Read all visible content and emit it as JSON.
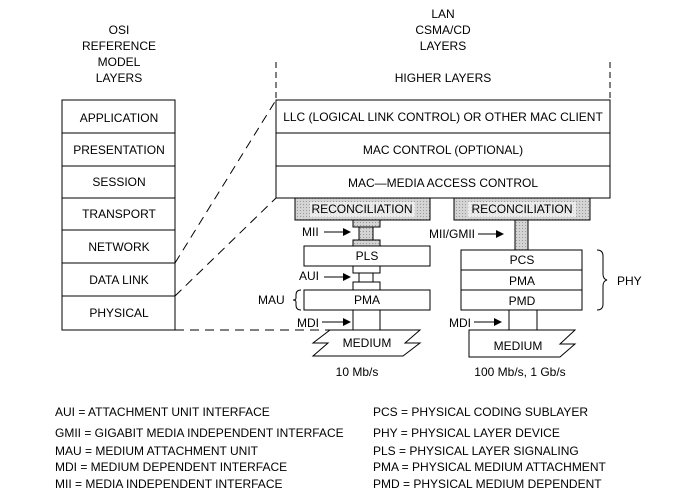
{
  "osi": {
    "header": [
      "OSI",
      "REFERENCE",
      "MODEL",
      "LAYERS"
    ],
    "layers": [
      "APPLICATION",
      "PRESENTATION",
      "SESSION",
      "TRANSPORT",
      "NETWORK",
      "DATA LINK",
      "PHYSICAL"
    ]
  },
  "lan": {
    "header": [
      "LAN",
      "CSMA/CD",
      "LAYERS"
    ],
    "higher": "HIGHER LAYERS",
    "llc": "LLC (LOGICAL LINK CONTROL) OR OTHER MAC CLIENT",
    "mac_control": "MAC CONTROL (OPTIONAL)",
    "mac": "MAC—MEDIA ACCESS CONTROL"
  },
  "left_stack": {
    "reconciliation": "RECONCILIATION",
    "mii": "MII",
    "pls": "PLS",
    "aui": "AUI",
    "mau": "MAU",
    "pma": "PMA",
    "mdi": "MDI",
    "medium": "MEDIUM",
    "speed": "10 Mb/s"
  },
  "right_stack": {
    "reconciliation": "RECONCILIATION",
    "mii_gmii": "MII/GMII",
    "pcs": "PCS",
    "pma": "PMA",
    "pmd": "PMD",
    "phy": "PHY",
    "mdi": "MDI",
    "medium": "MEDIUM",
    "speed": "100 Mb/s, 1 Gb/s"
  },
  "legend": {
    "left": [
      "AUI = ATTACHMENT UNIT INTERFACE",
      "GMII = GIGABIT MEDIA INDEPENDENT INTERFACE",
      "MAU = MEDIUM ATTACHMENT UNIT",
      "MDI = MEDIUM DEPENDENT INTERFACE",
      "MII = MEDIA INDEPENDENT INTERFACE"
    ],
    "right": [
      "PCS = PHYSICAL CODING SUBLAYER",
      "PHY = PHYSICAL LAYER DEVICE",
      "PLS = PHYSICAL LAYER SIGNALING",
      "PMA = PHYSICAL MEDIUM ATTACHMENT",
      "PMD = PHYSICAL MEDIUM DEPENDENT"
    ]
  }
}
